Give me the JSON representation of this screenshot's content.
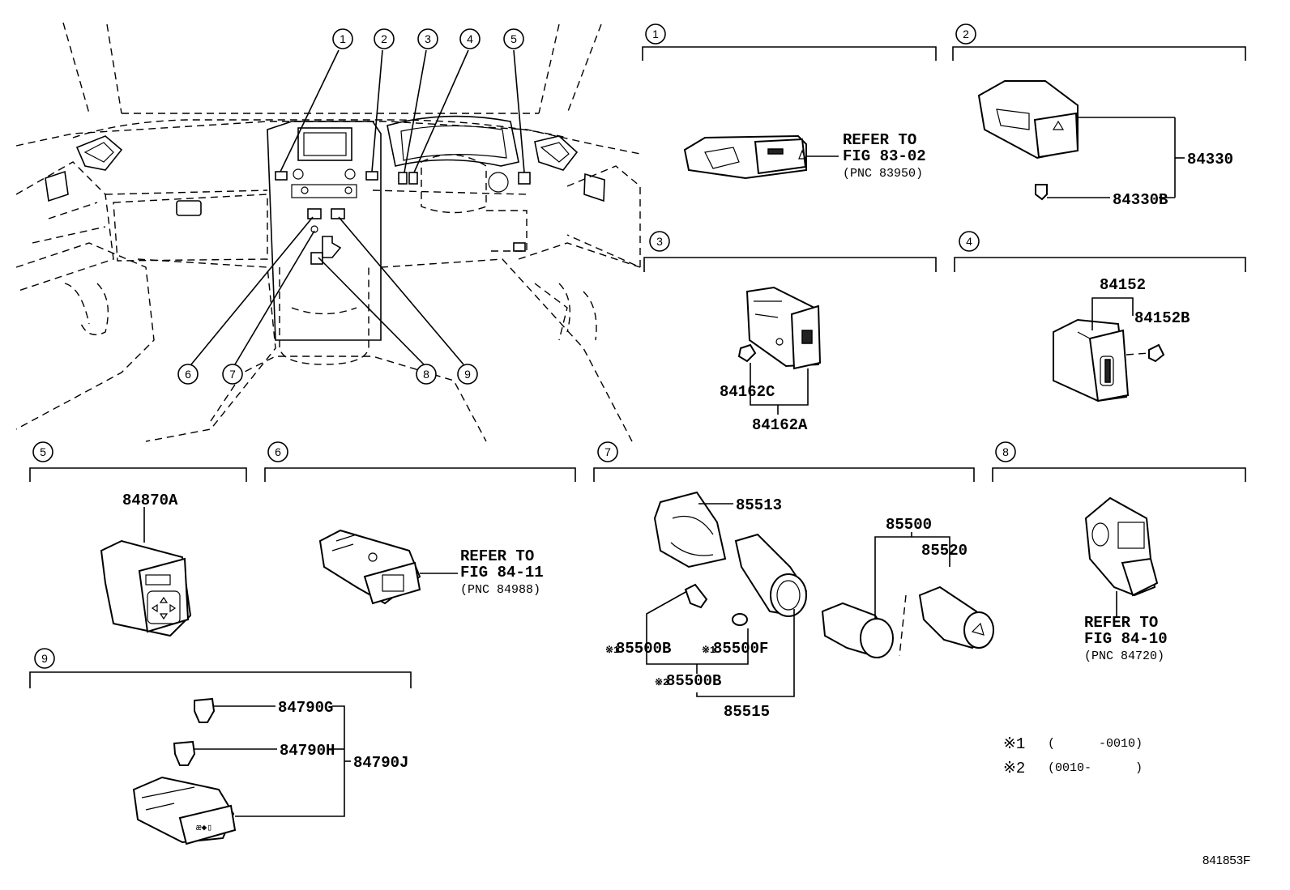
{
  "overview_callouts": [
    "1",
    "2",
    "3",
    "4",
    "5",
    "6",
    "7",
    "8",
    "9"
  ],
  "sections": {
    "s1": {
      "num": "1",
      "refer": [
        "REFER TO",
        "FIG 83-02",
        "(PNC 83950)"
      ]
    },
    "s2": {
      "num": "2",
      "parts": [
        "84330",
        "84330B"
      ]
    },
    "s3": {
      "num": "3",
      "parts": [
        "84162C",
        "84162A"
      ]
    },
    "s4": {
      "num": "4",
      "parts": [
        "84152",
        "84152B"
      ]
    },
    "s5": {
      "num": "5",
      "parts": [
        "84870A"
      ]
    },
    "s6": {
      "num": "6",
      "refer": [
        "REFER TO",
        "FIG 84-11",
        "(PNC 84988)"
      ]
    },
    "s7": {
      "num": "7",
      "parts": [
        "85513",
        "85500",
        "85520",
        "85500B",
        "85500F",
        "85500B",
        "85515"
      ],
      "mark1": "※1",
      "mark2": "※2"
    },
    "s8": {
      "num": "8",
      "refer": [
        "REFER TO",
        "FIG 84-10",
        "(PNC 84720)"
      ]
    },
    "s9": {
      "num": "9",
      "parts": [
        "84790G",
        "84790H",
        "84790J"
      ]
    }
  },
  "notes": [
    {
      "mark": "※1",
      "text": "(      -0010)"
    },
    {
      "mark": "※2",
      "text": "(0010-      )"
    }
  ],
  "figure_id": "841853F"
}
